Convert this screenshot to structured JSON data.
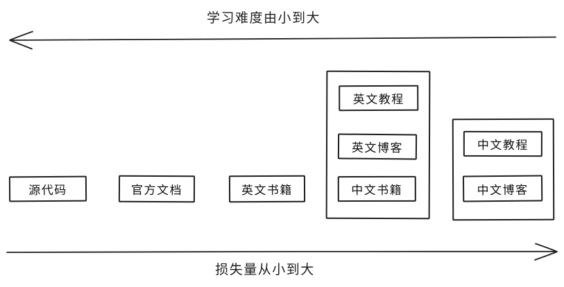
{
  "diagram": {
    "top_axis": {
      "label": "学习难度由小到大",
      "direction": "left"
    },
    "bottom_axis": {
      "label": "损失量从小到大",
      "direction": "right"
    },
    "boxes": [
      {
        "id": "source-code",
        "label": "源代码"
      },
      {
        "id": "official-docs",
        "label": "官方文档"
      },
      {
        "id": "english-books",
        "label": "英文书籍"
      }
    ],
    "groups": [
      {
        "id": "group-english-chinese-mix",
        "items": [
          {
            "label": "英文教程"
          },
          {
            "label": "英文博客"
          },
          {
            "label": "中文书籍"
          }
        ]
      },
      {
        "id": "group-chinese",
        "items": [
          {
            "label": "中文教程"
          },
          {
            "label": "中文博客"
          }
        ]
      }
    ],
    "colors": {
      "stroke": "#1e1e1e",
      "background": "#ffffff",
      "text": "#111111"
    }
  }
}
